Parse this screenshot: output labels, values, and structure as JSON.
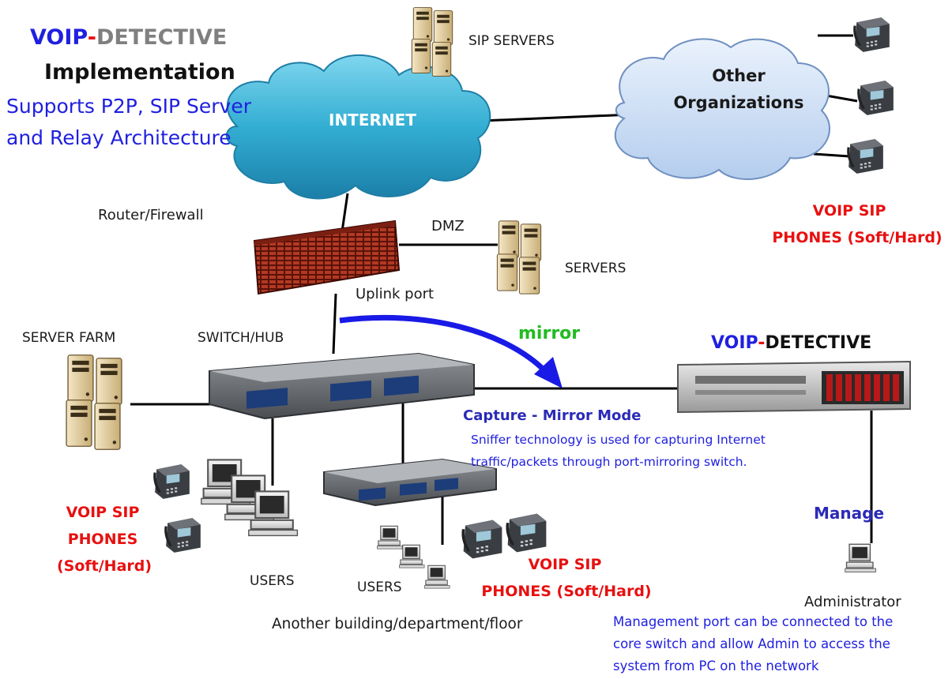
{
  "title": {
    "brand_first": "VOIP",
    "brand_dash": "-",
    "brand_second": "DETECTIVE",
    "line2": "Implementation",
    "line3": "Supports P2P, SIP Server",
    "line4": "and Relay Architecture"
  },
  "labels": {
    "internet": "INTERNET",
    "sip_servers": "SIP SERVERS",
    "other_orgs_1": "Other",
    "other_orgs_2": "Organizations",
    "router": "Router/Firewall",
    "dmz": "DMZ",
    "servers": "SERVERS",
    "uplink": "Uplink port",
    "server_farm": "SERVER FARM",
    "switch_hub": "SWITCH/HUB",
    "mirror": "mirror",
    "capture": "Capture - Mirror Mode",
    "sniffer_1": "Sniffer technology is used for capturing Internet",
    "sniffer_2": "traffic/packets through port-mirroring switch.",
    "manage": "Manage",
    "administrator": "Administrator",
    "mgmt_1": "Management port can be connected to the",
    "mgmt_2": "core switch and allow Admin to access the",
    "mgmt_3": "system from  PC on the network",
    "users_1": "USERS",
    "users_2": "USERS",
    "another_building": "Another building/department/floor",
    "phones_right_1": "VOIP SIP",
    "phones_right_2": "PHONES (Soft/Hard)",
    "phones_left_1": "VOIP SIP",
    "phones_left_2": "PHONES",
    "phones_left_3": "(Soft/Hard)",
    "phones_mid_1": "VOIP SIP",
    "phones_mid_2": "PHONES (Soft/Hard)"
  },
  "appliance_title": {
    "first": "VOIP",
    "dash": "-",
    "second": "DETECTIVE"
  },
  "colors": {
    "brand_blue": "#2020e0",
    "brand_gray": "#808080",
    "phone_red": "#e81010",
    "mirror_green": "#22bb22",
    "cloud_internet": "#39b3d6",
    "cloud_other": "#c8dcf4",
    "firewall": "#8a1e10",
    "arrow_blue": "#1a1ae6"
  }
}
